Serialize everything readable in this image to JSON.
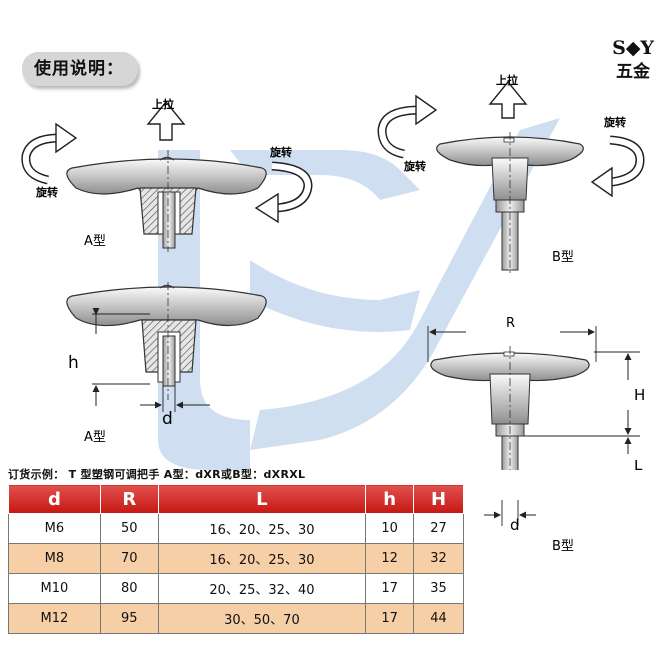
{
  "title": "使用说明：",
  "brand": {
    "line1": "S◆Y",
    "line2": "五金"
  },
  "labels": {
    "pull_up": "上拉",
    "rotate": "旋转",
    "type_a": "A型",
    "type_b": "B型",
    "h_small": "h",
    "d": "d",
    "R": "R",
    "H": "H",
    "L": "L"
  },
  "order_example": "订货示例： T 型塑钢可调把手 A型：dXR或B型：dXRXL",
  "table": {
    "headers": [
      "d",
      "R",
      "L",
      "h",
      "H"
    ],
    "rows": [
      [
        "M6",
        "50",
        "16、20、25、30",
        "10",
        "27"
      ],
      [
        "M8",
        "70",
        "16、20、25、30",
        "12",
        "32"
      ],
      [
        "M10",
        "80",
        "20、25、32、40",
        "17",
        "35"
      ],
      [
        "M12",
        "95",
        "30、50、70",
        "17",
        "44"
      ]
    ]
  },
  "colors": {
    "header_red": "#c61712",
    "row_tan": "#f7cfa6",
    "watermark_blue": "#a9c4e4"
  }
}
